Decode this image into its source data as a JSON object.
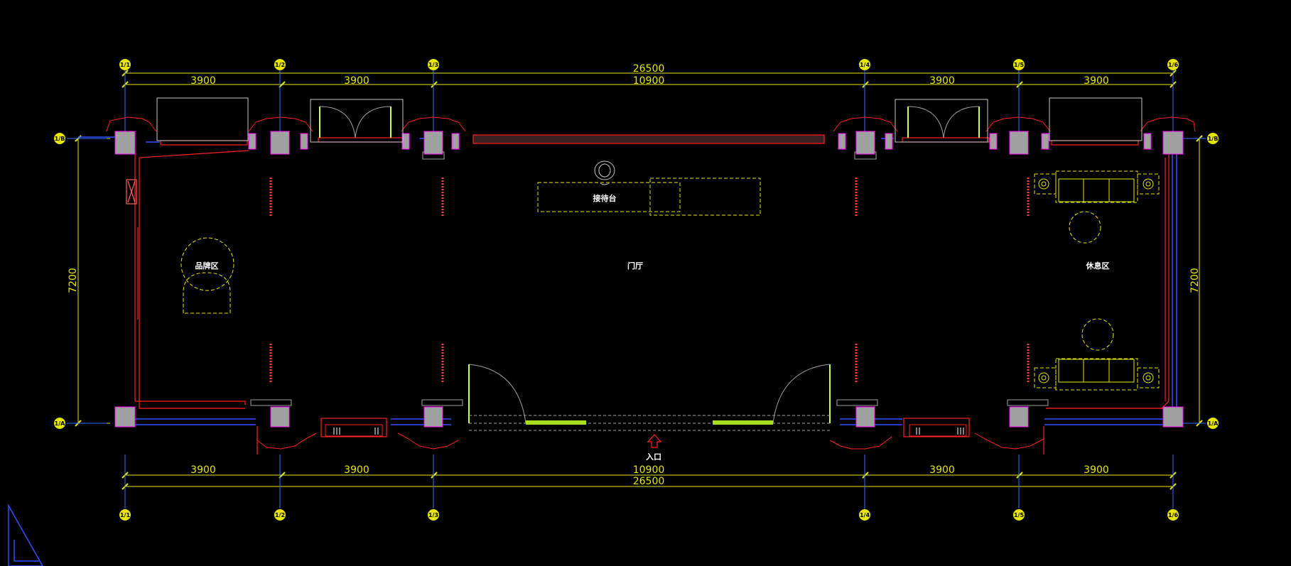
{
  "dimensions": {
    "top_segments": [
      "3900",
      "3900",
      "10900",
      "3900",
      "3900"
    ],
    "top_total": "26500",
    "bottom_segments": [
      "3900",
      "3900",
      "10900",
      "3900",
      "3900"
    ],
    "bottom_total": "26500",
    "left_height": "7200",
    "right_height": "7200"
  },
  "rooms": {
    "lobby": "门厅",
    "reception_desk": "接待台",
    "display_area": "品牌区",
    "lounge_area": "休息区",
    "entrance": "入口"
  },
  "axis_bubbles": {
    "top": [
      "1/1",
      "1/2",
      "1/3",
      "1/4",
      "1/5",
      "1/6"
    ],
    "bottom": [
      "1/1",
      "1/2",
      "1/3",
      "1/4",
      "1/5",
      "1/6"
    ],
    "left": [
      "1/B",
      "1/A"
    ],
    "right": [
      "1/B",
      "1/A"
    ]
  },
  "colors": {
    "background": "#000000",
    "dimension": "#e6e600",
    "wall": "#ff2020",
    "column_fill": "#a0a0a0",
    "column_edge": "#ff00ff",
    "glass": "#3050ff",
    "door": "#c8ff50",
    "furniture": "#e6e600",
    "axis": "#3070ff"
  }
}
